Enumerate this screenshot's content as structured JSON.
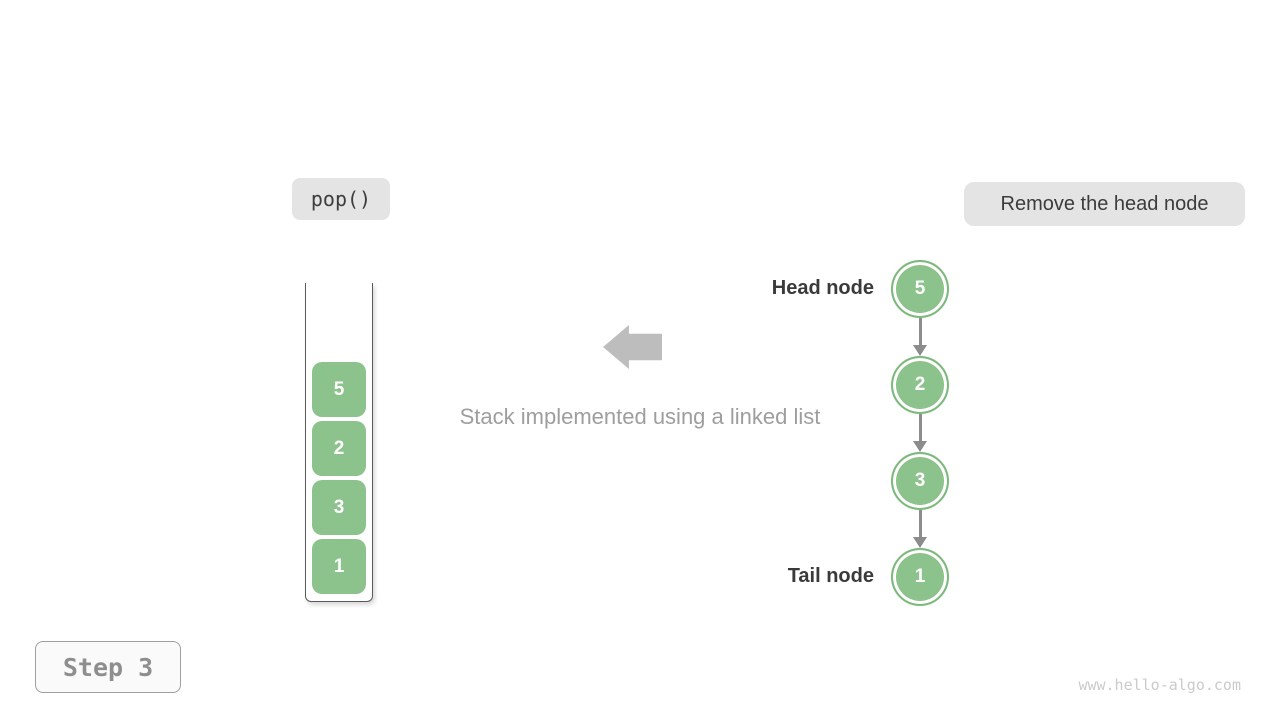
{
  "header": {
    "operation_label": "pop()",
    "action_label": "Remove the head node"
  },
  "stack_panel": {
    "items": [
      "5",
      "2",
      "3",
      "1"
    ]
  },
  "caption": "Stack implemented using a linked list",
  "linked_list": {
    "head_label": "Head node",
    "tail_label": "Tail node",
    "nodes": [
      "5",
      "2",
      "3",
      "1"
    ]
  },
  "footer": {
    "step_label": "Step 3",
    "watermark": "www.hello-algo.com"
  },
  "colors": {
    "node_green": "#8cc28c",
    "node_border_green": "#7db87d",
    "label_box_gray": "#e4e4e4",
    "text_dark": "#3c3c3c",
    "caption_gray": "#9e9e9e",
    "big_arrow_gray": "#bdbdbd",
    "connector_gray": "#8c8c8c",
    "step_text_gray": "#8e8e8e",
    "watermark_gray": "#cbcbcb"
  }
}
